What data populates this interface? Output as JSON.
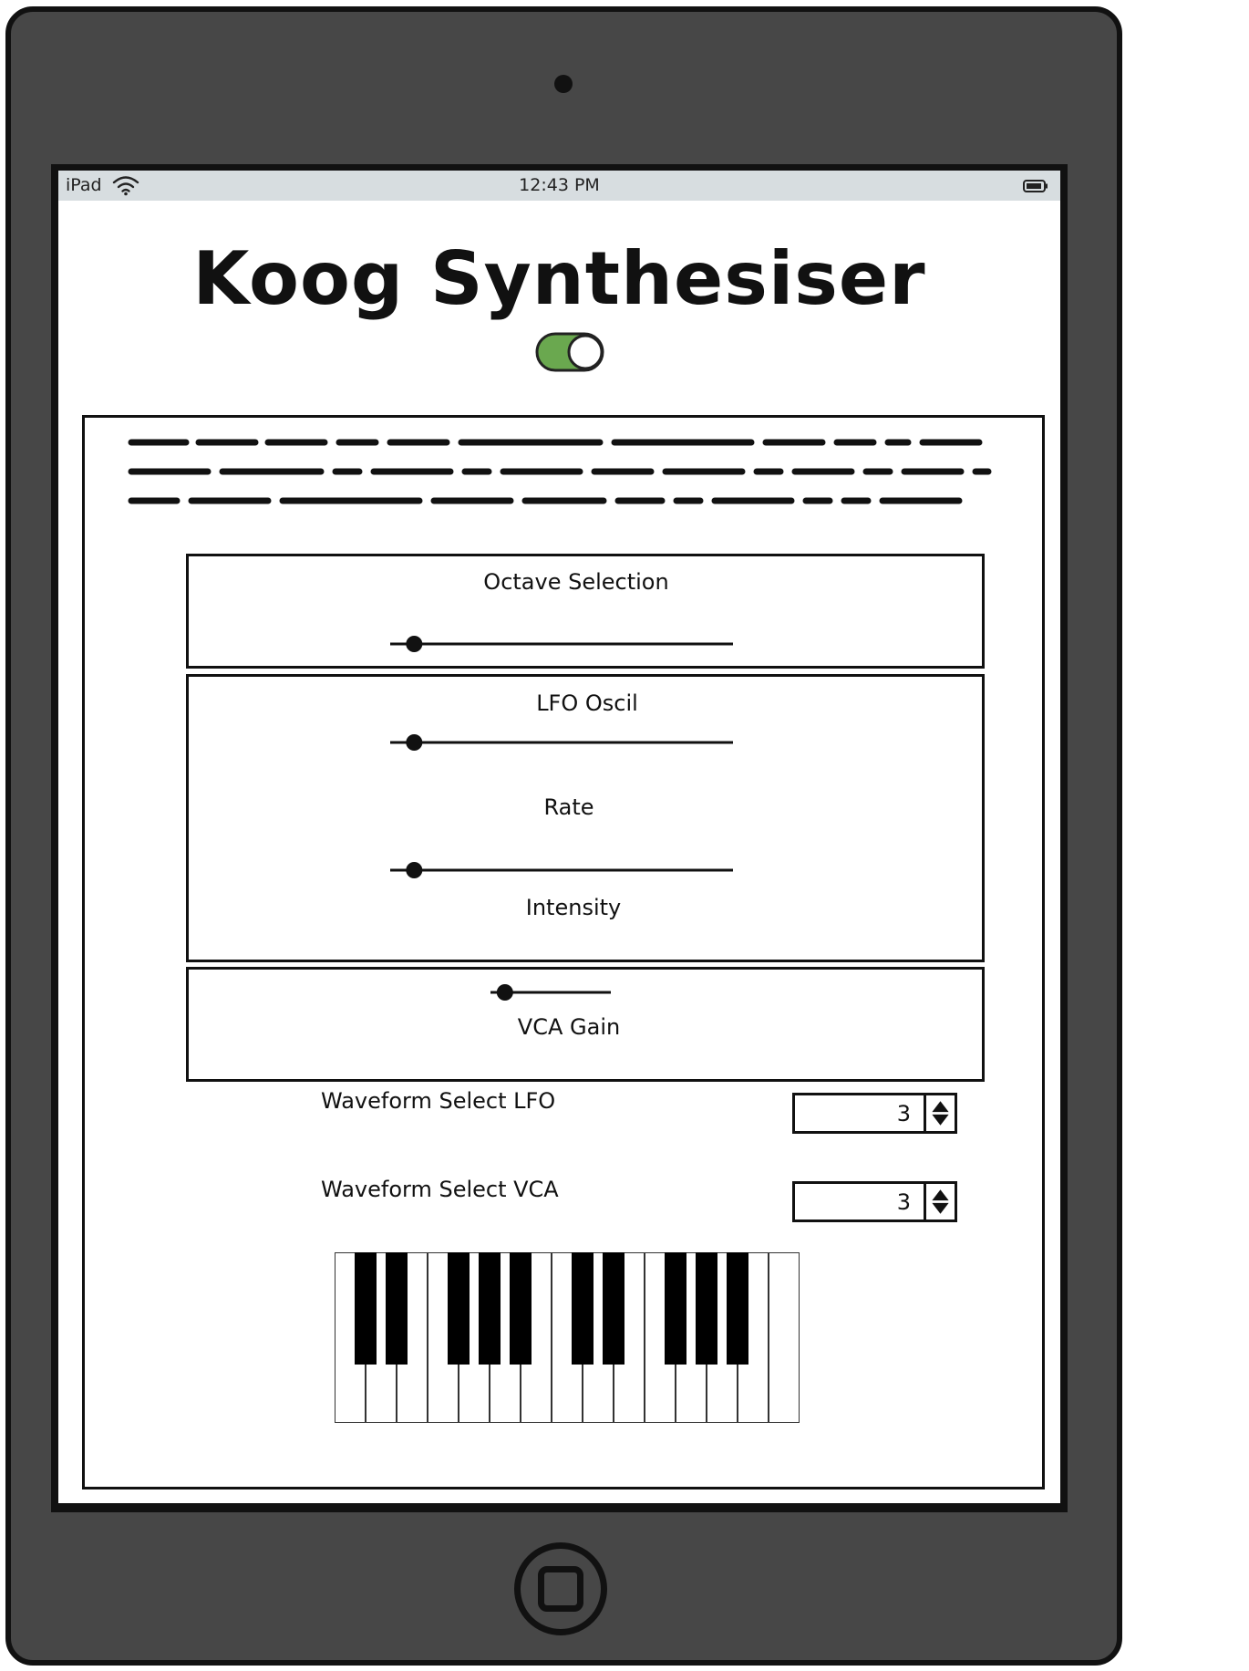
{
  "device": {
    "carrier": "iPad",
    "time": "12:43 PM",
    "icons": [
      "wifi-icon",
      "battery-icon",
      "home-button-icon",
      "camera"
    ]
  },
  "app": {
    "title": "Koog Synthesiser",
    "power_on": true,
    "accent_color": "#6aa84f"
  },
  "description": {
    "scribble_lines": 3
  },
  "octave_selection": {
    "label": "Octave Selection",
    "value_fraction": 0.07
  },
  "lfo": {
    "label": "LFO Oscil",
    "rate_label": "Rate",
    "intensity_label": "Intensity",
    "rate_fraction": 0.07,
    "intensity_fraction": 0.07
  },
  "vca": {
    "gain_label": "VCA Gain",
    "gain_fraction": 0.12
  },
  "waveform_lfo": {
    "label": "Waveform Select LFO",
    "value": "3"
  },
  "waveform_vca": {
    "label": "Waveform Select VCA",
    "value": "3"
  },
  "keyboard": {
    "white_keys": 15,
    "black_key_pattern": [
      1,
      1,
      0,
      1,
      1,
      1,
      0,
      1,
      1,
      0,
      1,
      1,
      1,
      0
    ]
  }
}
